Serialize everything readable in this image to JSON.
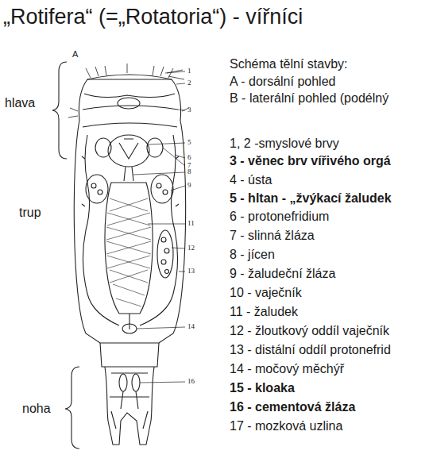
{
  "diagram": {
    "title": "„Rotifera“ (=„Rotatoria“) - vířníci",
    "labels": [
      "A",
      "hlava",
      "trup",
      "noha",
      "1",
      "2",
      "3",
      "5",
      "6",
      "7",
      "8",
      "9",
      "11",
      "12",
      "13",
      "14",
      "16",
      "Schéma tělní stavby:",
      "A - dorsální pohled",
      "B - laterální pohled (podélný",
      "1, 2 -smyslové brvy",
      "3 - věnec brv vířivého orgá",
      "4 - ústa",
      "5 - hltan - „žvýkací žaludek",
      "6 - protonefridium",
      "7 - slinná žláza",
      "8 - jícen",
      "9 - žaludeční žláza",
      "10 - vaječník",
      "11 - žaludek",
      "12 - žloutkový oddíl vaječník",
      "13 - distální oddíl protonefrid",
      "14 - močový měchýř",
      "15 - kloaka",
      "16 - cementová žláza",
      "17 - mozková uzlina"
    ]
  }
}
